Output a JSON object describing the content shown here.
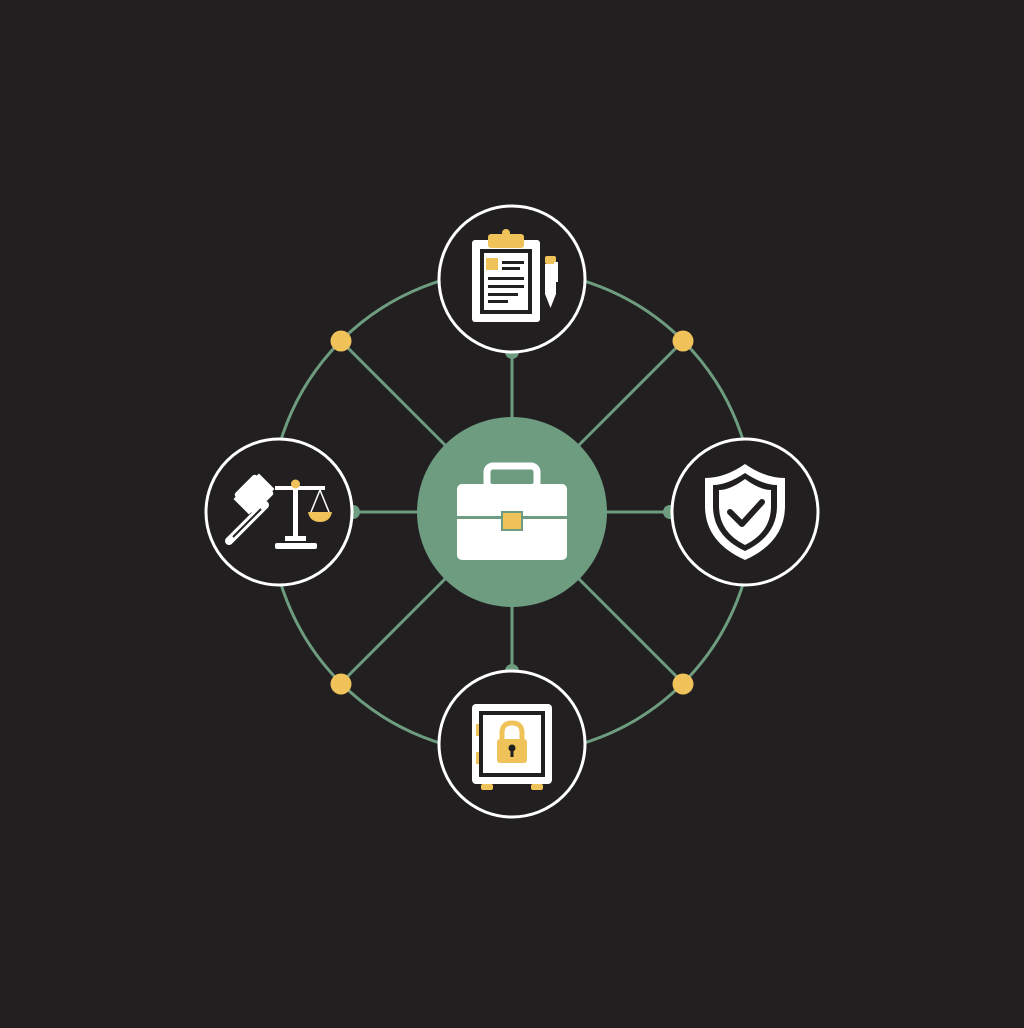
{
  "colors": {
    "background": "#221f20",
    "connector": "#6e9c80",
    "hub_fill": "#6e9c80",
    "accent": "#f0c35a",
    "node_ring": "#ffffff",
    "icon": "#ffffff"
  },
  "hub": {
    "icon": "briefcase-icon"
  },
  "nodes": [
    {
      "id": "top",
      "icon": "clipboard-document-icon"
    },
    {
      "id": "left",
      "icon": "gavel-scales-icon"
    },
    {
      "id": "right",
      "icon": "shield-check-icon"
    },
    {
      "id": "bottom",
      "icon": "safe-lock-icon"
    }
  ]
}
